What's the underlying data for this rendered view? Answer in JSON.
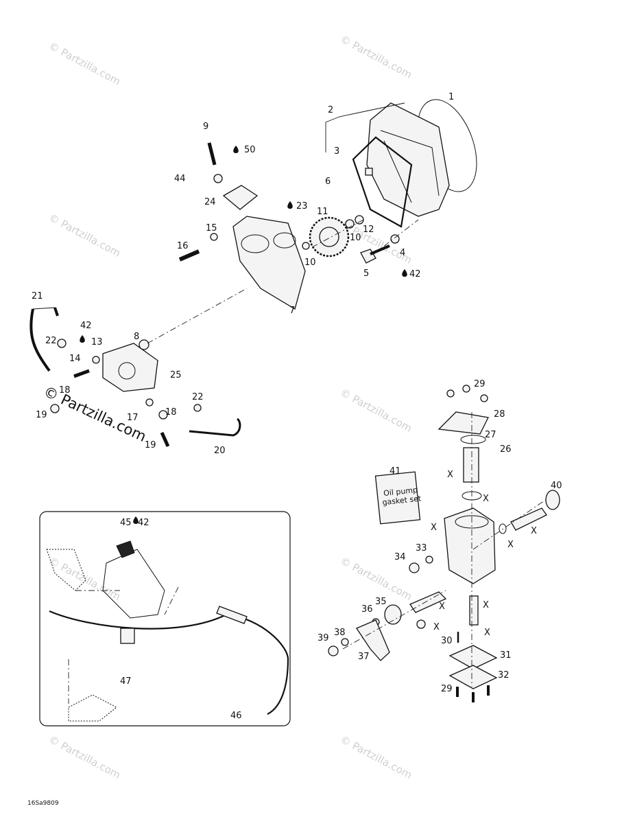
{
  "drawing_code": "16Sa9809",
  "watermark_text": "© Partzilla.com",
  "kit_card": {
    "line1": "Oil pump",
    "line2": "gasket set"
  },
  "replace_mark": "X",
  "lubricant_refs": [
    "50",
    "23",
    "42",
    "42"
  ],
  "part_numbers": [
    "1",
    "2",
    "3",
    "4",
    "5",
    "6",
    "7",
    "8",
    "9",
    "10",
    "10",
    "11",
    "12",
    "13",
    "14",
    "15",
    "16",
    "17",
    "18",
    "18",
    "19",
    "19",
    "20",
    "21",
    "22",
    "22",
    "23",
    "24",
    "25",
    "26",
    "27",
    "28",
    "29",
    "29",
    "30",
    "31",
    "32",
    "33",
    "34",
    "35",
    "36",
    "37",
    "38",
    "39",
    "40",
    "41",
    "42",
    "42",
    "42",
    "44",
    "45",
    "46",
    "47",
    "50"
  ],
  "colors": {
    "ink": "#111111",
    "watermark": "#cfcfcf",
    "background": "#ffffff"
  }
}
